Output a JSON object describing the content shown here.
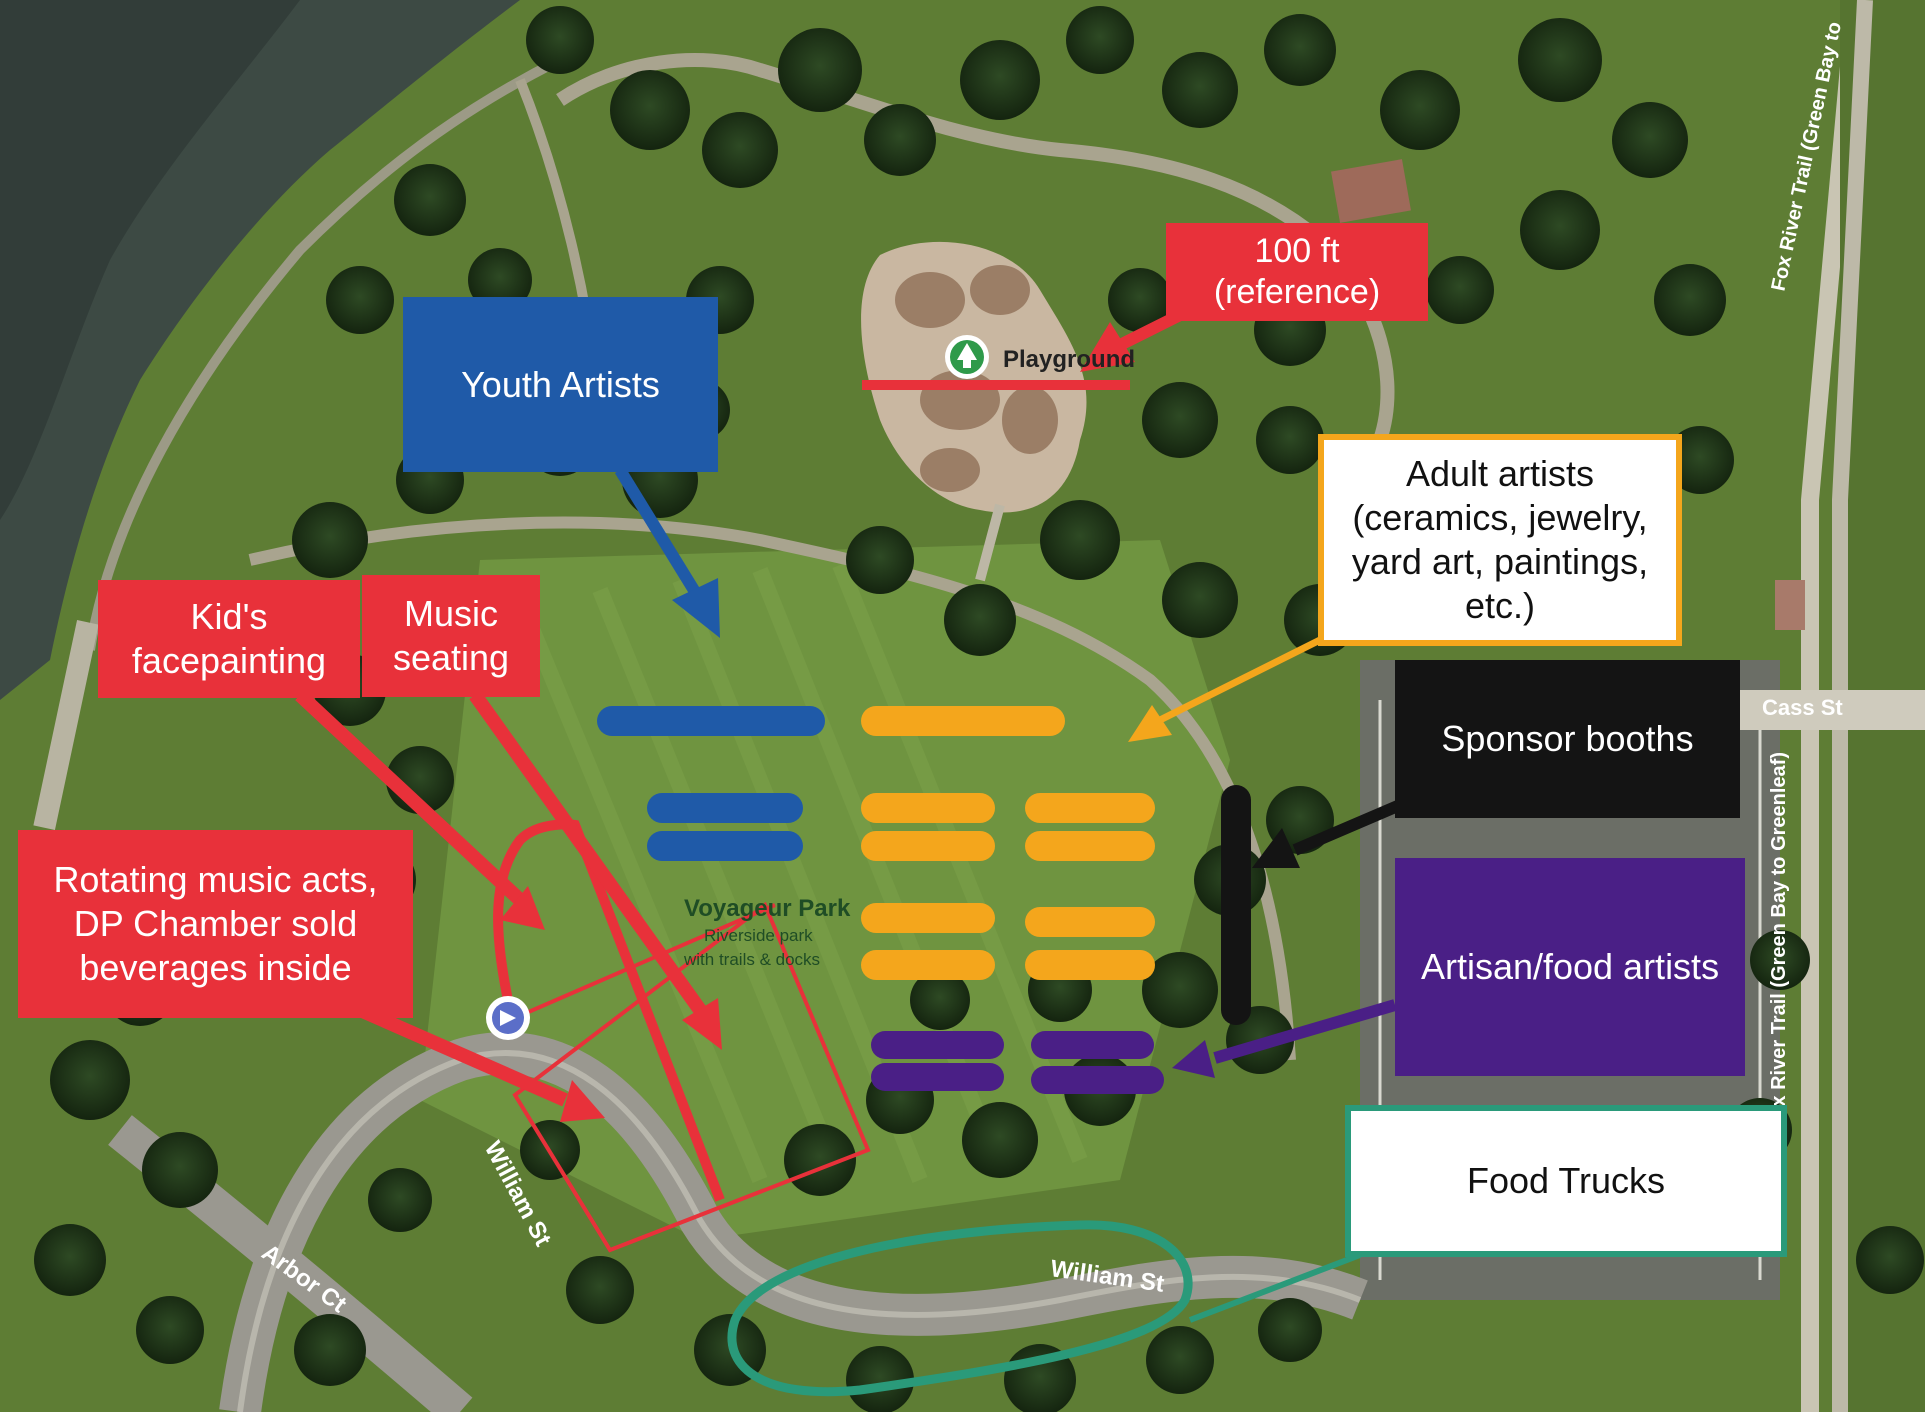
{
  "labels": {
    "reference": "100 ft\n(reference)",
    "youth_artists": "Youth Artists",
    "adult_artists": "Adult artists\n(ceramics, jewelry,\nyard art, paintings,\netc.)",
    "kids_facepainting": "Kid's\nfacepainting",
    "music_seating": "Music\nseating",
    "sponsor_booths": "Sponsor booths",
    "rotating_music": "Rotating music acts,\nDP Chamber sold\nbeverages inside",
    "artisan_food": "Artisan/food artists",
    "food_trucks": "Food Trucks"
  },
  "map_labels": {
    "playground": "Playground",
    "park_name": "Voyageur Park",
    "park_desc_1": "Riverside park",
    "park_desc_2": "with trails & docks",
    "cass_st": "Cass St",
    "william_st_1": "William St",
    "william_st_2": "William St",
    "arbor_ct": "Arbor Ct",
    "trail_top": "Fox River Trail (Green Bay to",
    "trail_bottom": "Fox River Trail (Green Bay to Greenleaf)"
  },
  "colors": {
    "red": "#e8313a",
    "blue": "#1f5aa8",
    "orange": "#f4a61c",
    "black": "#141414",
    "purple": "#4a1f86",
    "green": "#2a9a7a"
  },
  "icons": {
    "playground": "tree-icon",
    "music": "music-venue-icon"
  }
}
